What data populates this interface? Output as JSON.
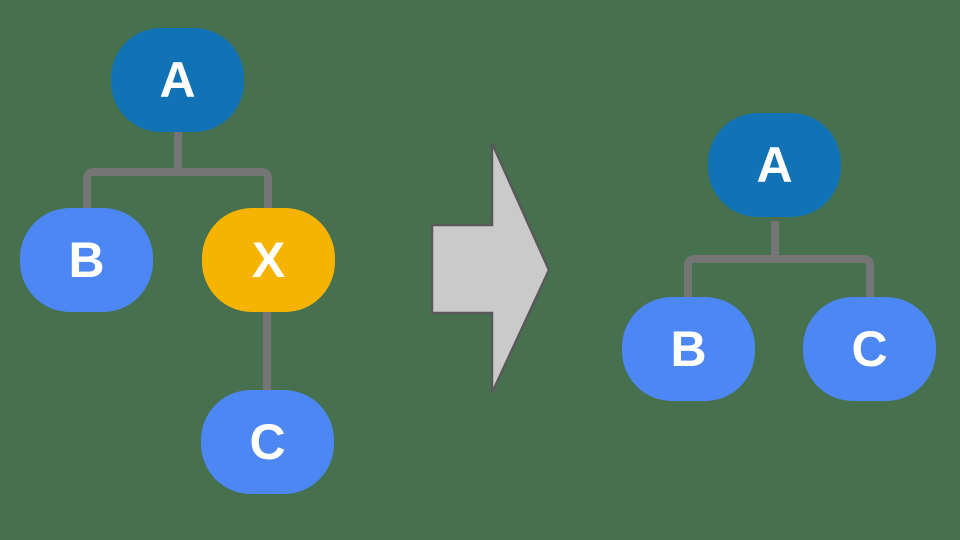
{
  "canvas": {
    "background": "#47704E"
  },
  "palette": {
    "root_blue": "#1173B5",
    "child_blue": "#4D87F3",
    "highlight_yellow": "#F6B300",
    "connector_gray": "#757575",
    "arrow_fill": "#CACACA",
    "arrow_stroke": "#595959",
    "node_label_color": "#FFFFFF"
  },
  "before_tree": {
    "nodes": [
      {
        "id": "A",
        "label": "A",
        "color": "#1173B5"
      },
      {
        "id": "B",
        "label": "B",
        "color": "#4D87F3"
      },
      {
        "id": "X",
        "label": "X",
        "color": "#F6B300"
      },
      {
        "id": "C",
        "label": "C",
        "color": "#4D87F3"
      }
    ],
    "edges": [
      "A-B",
      "A-X",
      "X-C"
    ]
  },
  "arrow": {
    "icon": "right-block-arrow",
    "direction": "right"
  },
  "after_tree": {
    "nodes": [
      {
        "id": "A",
        "label": "A",
        "color": "#1173B5"
      },
      {
        "id": "B",
        "label": "B",
        "color": "#4D87F3"
      },
      {
        "id": "C",
        "label": "C",
        "color": "#4D87F3"
      }
    ],
    "edges": [
      "A-B",
      "A-C"
    ]
  }
}
